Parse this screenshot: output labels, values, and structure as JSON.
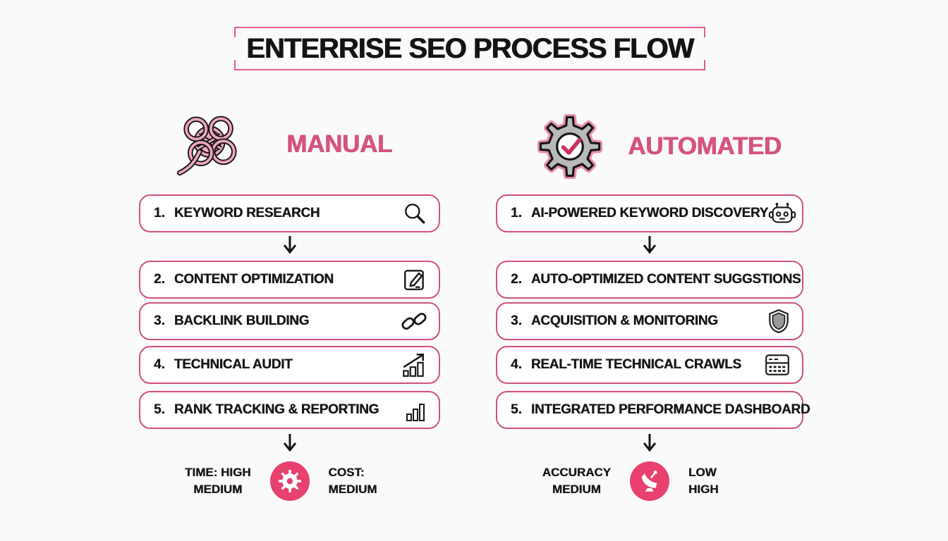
{
  "colors": {
    "background": "#fbfafb",
    "accent_pink": "#d6537f",
    "box_border_pink": "#cf5175",
    "badge_pink": "#e8416f",
    "text": "#161616",
    "gear_gray": "#b9b9b9"
  },
  "title": {
    "text": "ENTERRISE SEO PROCESS FLOW"
  },
  "columns": [
    {
      "id": "manual",
      "header": {
        "label": "MANUAL",
        "icon": "tangled-knot-icon"
      },
      "steps": [
        {
          "number": "1.",
          "label": "KEYWORD RESEARCH",
          "icon": "magnifier-icon"
        },
        {
          "number": "2.",
          "label": "CONTENT OPTIMIZATION",
          "icon": "edit-document-icon"
        },
        {
          "number": "3.",
          "label": "BACKLINK BUILDING",
          "icon": "chain-link-icon"
        },
        {
          "number": "4.",
          "label": "TECHNICAL AUDIT",
          "icon": "growth-chart-icon"
        },
        {
          "number": "5.",
          "label": "RANK TRACKING & REPORTING",
          "icon": "bar-chart-icon"
        }
      ],
      "footer": {
        "left": [
          "TIME: HIGH",
          "MEDIUM"
        ],
        "icon": "gear-badge-icon",
        "right": [
          "COST:",
          "MEDIUM"
        ]
      }
    },
    {
      "id": "automated",
      "header": {
        "label": "AUTOMATED",
        "icon": "gear-check-icon"
      },
      "steps": [
        {
          "number": "1.",
          "label": "AI-POWERED KEYWORD DISCOVERY",
          "icon": "robot-icon"
        },
        {
          "number": "2.",
          "label": "AUTO-OPTIMIZED CONTENT SUGGSTIONS",
          "icon": ""
        },
        {
          "number": "3.",
          "label": "ACQUISITION & MONITORING",
          "icon": "shield-icon"
        },
        {
          "number": "4.",
          "label": "REAL-TIME TECHNICAL CRAWLS",
          "icon": "dashboard-grid-icon"
        },
        {
          "number": "5.",
          "label": "INTEGRATED PERFORMANCE DASHBOARD",
          "icon": ""
        }
      ],
      "footer": {
        "left": [
          "ACCURACY",
          "MEDIUM"
        ],
        "icon": "satellite-dish-icon",
        "right": [
          "LOW",
          "HIGH"
        ]
      }
    }
  ]
}
